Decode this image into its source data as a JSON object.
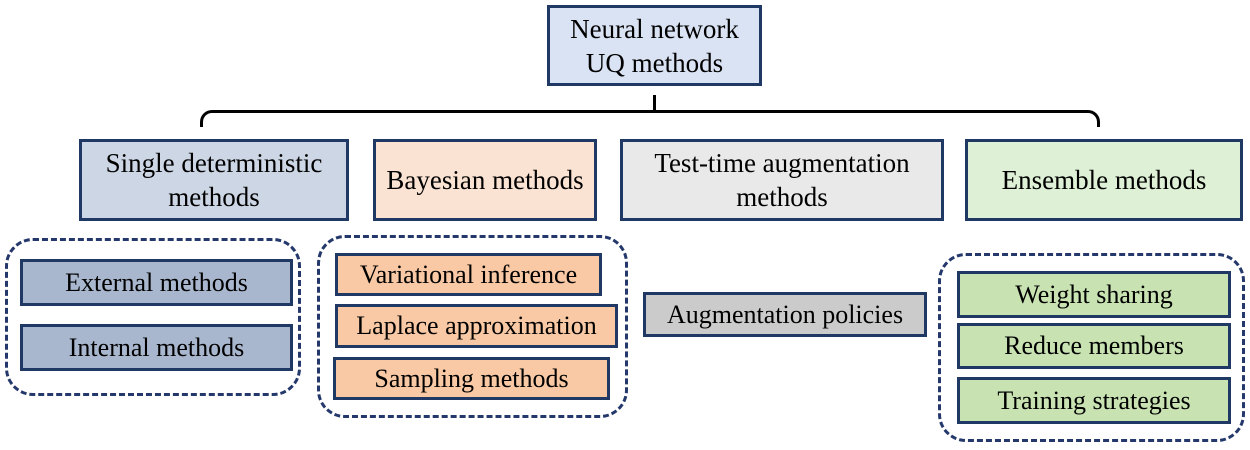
{
  "diagram": {
    "root": {
      "lines": [
        "Neural network",
        "UQ methods"
      ]
    },
    "categories": [
      {
        "id": "single-deterministic",
        "lines": [
          "Single deterministic",
          "methods"
        ]
      },
      {
        "id": "bayesian",
        "lines": [
          "Bayesian methods"
        ]
      },
      {
        "id": "test-time",
        "lines": [
          "Test-time augmentation",
          "methods"
        ]
      },
      {
        "id": "ensemble",
        "lines": [
          "Ensemble methods"
        ]
      }
    ],
    "groups": {
      "single_deterministic": {
        "items": [
          "External methods",
          "Internal methods"
        ]
      },
      "bayesian": {
        "items": [
          "Variational inference",
          "Laplace approximation",
          "Sampling methods"
        ]
      },
      "test_time": {
        "items": [
          "Augmentation policies"
        ]
      },
      "ensemble": {
        "items": [
          "Weight sharing",
          "Reduce members",
          "Training strategies"
        ]
      }
    },
    "colors": {
      "border_navy": "#1f3864",
      "connector_black": "#000000",
      "root_fill": "#dae3f3",
      "single_fill": "#cdd6e4",
      "single_item_fill": "#a9b7ce",
      "bayesian_fill": "#fbe3d3",
      "bayesian_item_fill": "#f8c9a4",
      "test_time_fill": "#e9e9ea",
      "test_time_item_fill": "#cbcbcb",
      "ensemble_fill": "#def0d5",
      "ensemble_item_fill": "#c8e2b2"
    }
  }
}
